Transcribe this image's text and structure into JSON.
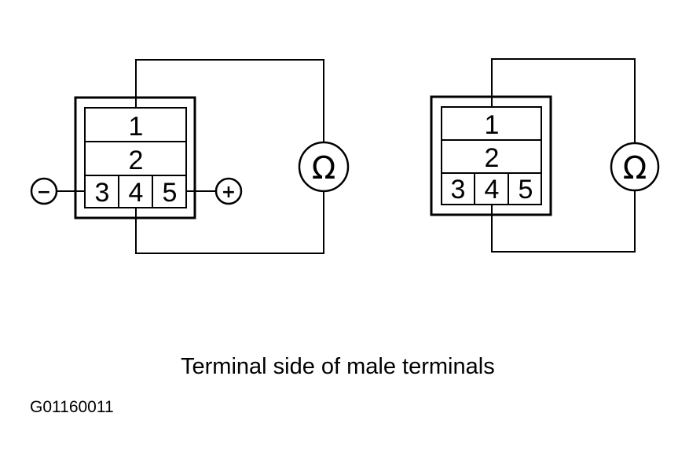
{
  "connectors": [
    {
      "terminals": {
        "t1": "1",
        "t2": "2",
        "t3": "3",
        "t4": "4",
        "t5": "5"
      },
      "meter_symbol": "Ω",
      "negative_symbol": "−",
      "positive_symbol": "+"
    },
    {
      "terminals": {
        "t1": "1",
        "t2": "2",
        "t3": "3",
        "t4": "4",
        "t5": "5"
      },
      "meter_symbol": "Ω"
    }
  ],
  "caption": "Terminal side of male terminals",
  "figure_id": "G01160011"
}
